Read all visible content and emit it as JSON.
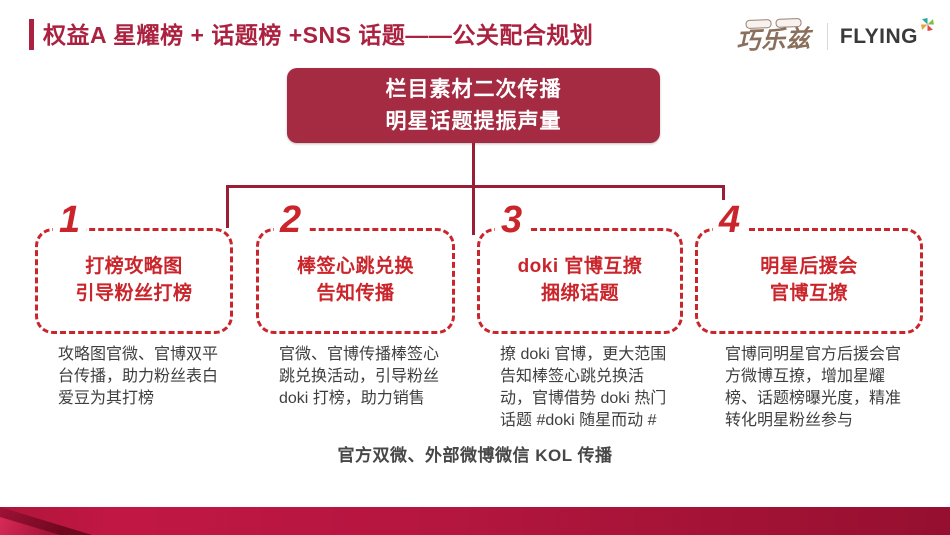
{
  "slide": {
    "title": "权益A  星耀榜 + 话题榜 +SNS 话题——公关配合规划",
    "logos": {
      "brand": "巧乐兹",
      "agency": "FLYING"
    },
    "header_box": {
      "line1": "栏目素材二次传播",
      "line2": "明星话题提振声量"
    },
    "steps": [
      {
        "number": "1",
        "title_line1": "打榜攻略图",
        "title_line2": "引导粉丝打榜",
        "description": "攻略图官微、官博双平台传播，助力粉丝表白爱豆为其打榜"
      },
      {
        "number": "2",
        "title_line1": "棒签心跳兑换",
        "title_line2": "告知传播",
        "description": "官微、官博传播棒签心跳兑换活动，引导粉丝 doki 打榜，助力销售"
      },
      {
        "number": "3",
        "title_line1": "doki 官博互撩",
        "title_line2": "捆绑话题",
        "description": "撩 doki 官博，更大范围告知棒签心跳兑换活动，官博借势 doki 热门话题 #doki 随星而动 #"
      },
      {
        "number": "4",
        "title_line1": "明星后援会",
        "title_line2": "官博互撩",
        "description": "官博同明星官方后援会官方微博互撩，增加星耀榜、话题榜曝光度，精准转化明星粉丝参与"
      }
    ],
    "footer_note": "官方双微、外部微博微信 KOL 传播",
    "colors": {
      "title_red": "#AB2240",
      "header_box_red": "#A52B42",
      "bright_red": "#C9252B",
      "connector_red": "#9B1E37",
      "ribbon_red": "#B51640",
      "body_text": "#3F3F3F",
      "brand_brown": "#8A6F5C",
      "agency_gray": "#3A3A3A"
    }
  }
}
